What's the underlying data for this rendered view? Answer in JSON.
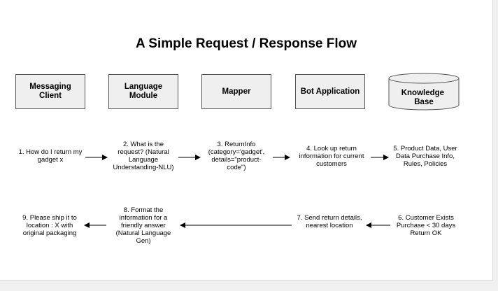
{
  "diagram": {
    "title": "A Simple Request / Response Flow",
    "components": {
      "messaging_client": "Messaging\nClient",
      "language_module": "Language\nModule",
      "mapper": "Mapper",
      "bot_application": "Bot Application",
      "knowledge_base": "Knowledge\nBase"
    },
    "steps": {
      "s1": "1. How do I return my\ngadget x",
      "s2": "2. What is the\nrequest? (Natural\nLanguage\nUnderstanding-NLU)",
      "s3": "3. ReturnInfo\n(category='gadget',\ndetails=\"product-\ncode\")",
      "s4": "4. Look up return\ninformation for current\ncustomers",
      "s5": "5. Product Data, User\nData Purchase Info,\nRules, Policies",
      "s6": "6. Customer Exists\nPurchase < 30 days\nReturn OK",
      "s7": "7. Send return details,\nnearest location",
      "s8": "8. Format the\ninformation for a\nfriendly answer\n(Natural Language\nGen)",
      "s9": "9. Please ship it to\nlocation : X with\noriginal packaging"
    },
    "colors": {
      "box_fill": "#efefef",
      "stroke": "#555555",
      "background": "#ffffff"
    }
  }
}
